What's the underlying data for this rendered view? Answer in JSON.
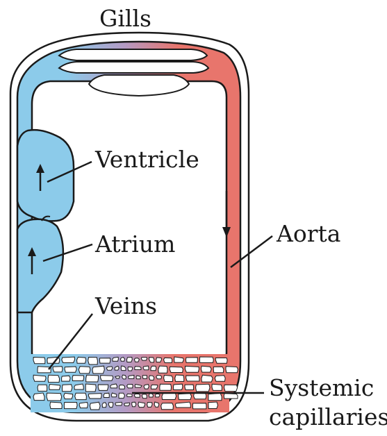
{
  "labels": {
    "gills": "Gills",
    "ventricle": "Ventricle",
    "atrium": "Atrium",
    "veins": "Veins",
    "aorta": "Aorta",
    "systemic_line1": "Systemic",
    "systemic_line2": "capillaries"
  },
  "colors": {
    "deoxygenated": "#8ccbea",
    "oxygenated": "#e8756c",
    "outline": "#1a1a1a"
  }
}
